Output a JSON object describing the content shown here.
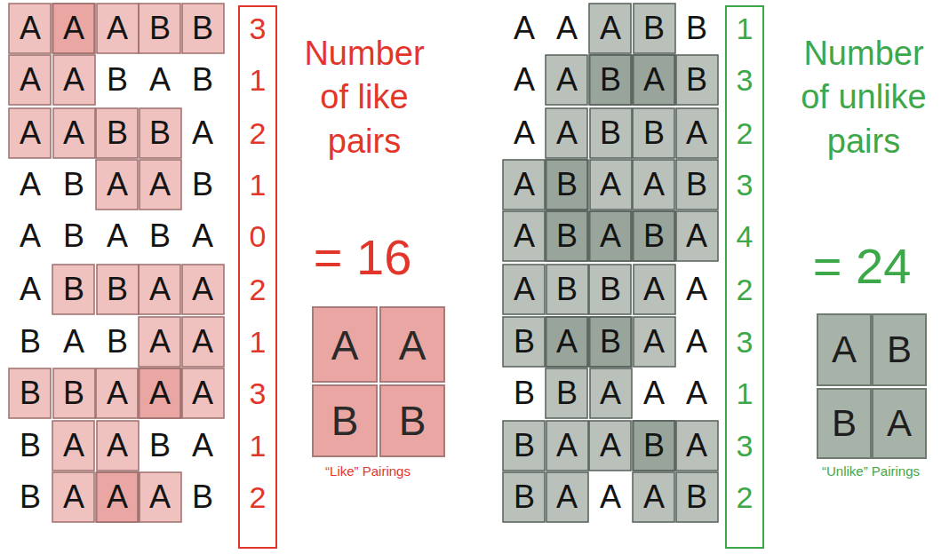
{
  "diagram": {
    "nodes": [
      {
        "text": [
          "3",
          "1",
          "2",
          "1",
          "0",
          "2",
          "1",
          "3",
          "1",
          "2"
        ]
      },
      {
        "text": [
          "1",
          "3",
          "2",
          "3",
          "4",
          "2",
          "3",
          "1",
          "3",
          "2"
        ]
      }
    ],
    "labels": [
      "A",
      "A",
      "A",
      "B",
      "B",
      "A",
      "A",
      "B",
      "A",
      "B",
      "A",
      "A",
      "B",
      "B",
      "A",
      "A",
      "B",
      "A",
      "A",
      "B",
      "A",
      "B",
      "A",
      "B",
      "A",
      "A",
      "B",
      "B",
      "A",
      "A",
      "B",
      "A",
      "B",
      "A",
      "A",
      "B",
      "B",
      "A",
      "A",
      "A",
      "B",
      "A",
      "A",
      "B",
      "A",
      "B",
      "A",
      "A",
      "A",
      "B",
      "Number of like pairs",
      "= 16",
      "A",
      "A",
      "B",
      "B",
      "“Like” Pairings",
      "A",
      "A",
      "A",
      "B",
      "B",
      "A",
      "A",
      "B",
      "A",
      "B",
      "A",
      "A",
      "B",
      "B",
      "A",
      "A",
      "B",
      "A",
      "A",
      "B",
      "A",
      "B",
      "A",
      "B",
      "A",
      "A",
      "B",
      "B",
      "A",
      "A",
      "B",
      "A",
      "B",
      "A",
      "A",
      "B",
      "B",
      "A",
      "A",
      "A",
      "B",
      "A",
      "A",
      "B",
      "A",
      "B",
      "A",
      "A",
      "A",
      "B",
      "Number of unlike pairs",
      "= 24",
      "A",
      "B",
      "B",
      "A",
      "“Unlike” Pairings"
    ]
  }
}
